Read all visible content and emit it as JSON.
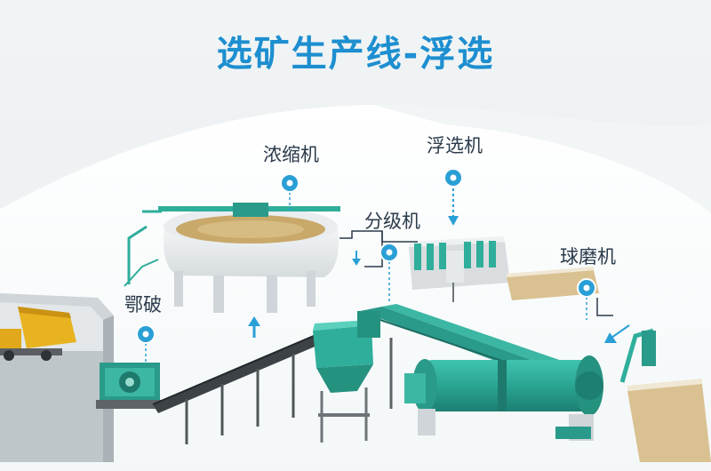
{
  "title": "选矿生产线-浮选",
  "labels": {
    "thickener": "浓缩机",
    "flotation": "浮选机",
    "classifier": "分级机",
    "ball_mill": "球磨机",
    "jaw_crusher": "鄂破"
  },
  "colors": {
    "title": "#1d8fd0",
    "accent": "#2a9fd6",
    "equipment": "#2fae9c",
    "concrete": "#dfe3e6"
  }
}
